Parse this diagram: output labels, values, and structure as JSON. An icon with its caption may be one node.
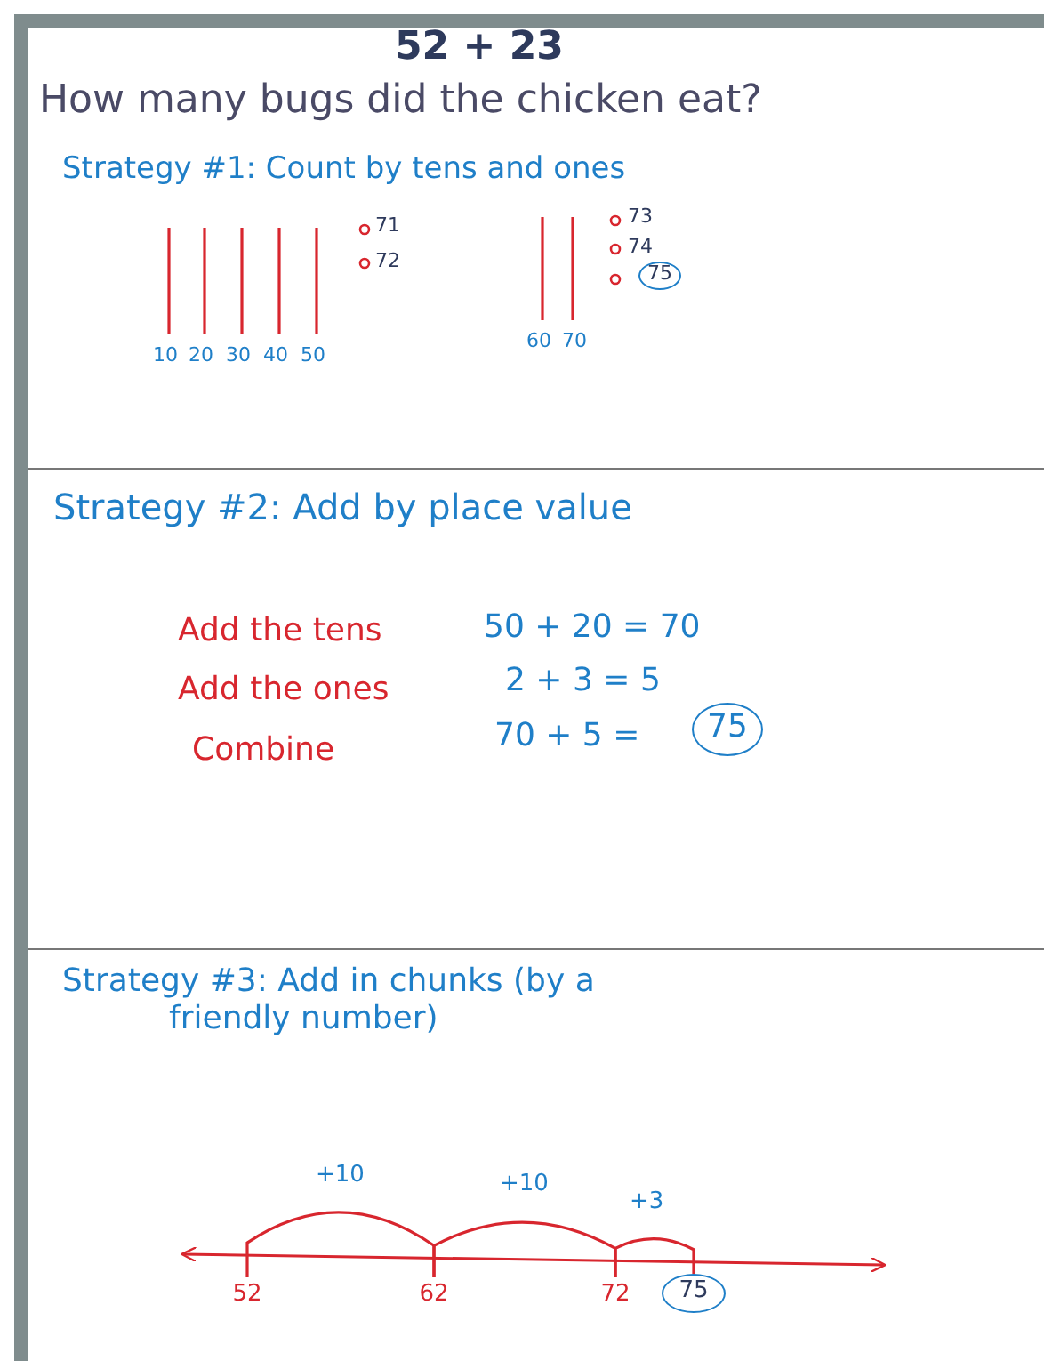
{
  "diagram": {
    "title": "52 + 23",
    "nodes": [
      {
        "text": [
          "75"
        ]
      },
      {
        "text": [
          "75"
        ]
      },
      {
        "text": [
          "52"
        ]
      },
      {
        "text": [
          "62"
        ]
      },
      {
        "text": [
          "72"
        ]
      },
      {
        "text": [
          "75"
        ]
      }
    ],
    "edges": [
      {
        "from": 2,
        "to": 3,
        "arrow": "none",
        "label": "+10"
      },
      {
        "from": 3,
        "to": 4,
        "arrow": "none",
        "label": "+10"
      },
      {
        "from": 4,
        "to": 5,
        "arrow": "none",
        "label": "+3"
      }
    ],
    "labels": [
      "How many bugs did the chicken eat?",
      "Strategy #1: Count by tens and ones",
      "10",
      "20",
      "30",
      "40",
      "50",
      "71",
      "72",
      "60",
      "70",
      "73",
      "74",
      "Strategy #2: Add by place value",
      "Add the tens",
      "50 + 20 = 70",
      "Add the ones",
      "2 + 3 = 5",
      "Combine",
      "70 + 5 =",
      "Strategy #3: Add in chunks (by a friendly number)"
    ]
  }
}
